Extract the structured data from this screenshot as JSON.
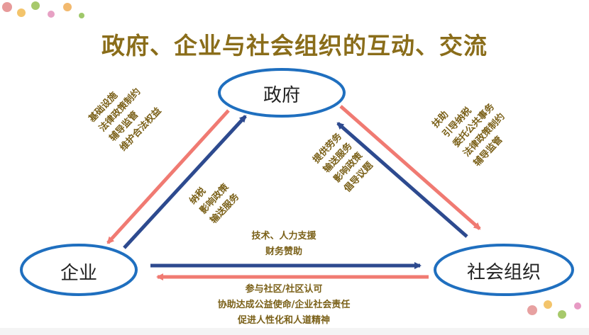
{
  "title": "政府、企业与社会组织的互动、交流",
  "colors": {
    "title": "#8a6d1a",
    "label_text": "#7a6018",
    "node_border": "#1f6fbf",
    "arrow_red": "#f07a72",
    "arrow_blue": "#2d4a8f",
    "bottom_bar": "#f4f4f4"
  },
  "nodes": {
    "government": "政府",
    "enterprise": "企业",
    "social_org": "社会组织"
  },
  "labels": {
    "gov_to_enterprise": [
      "基础设施",
      "法律政策制约",
      "辅导监管",
      "维护合法权益"
    ],
    "enterprise_to_gov": [
      "纳税",
      "影响政策",
      "输送服务"
    ],
    "social_to_gov": [
      "提供劳务",
      "输送服务",
      "影响政策",
      "倡导议题"
    ],
    "gov_to_social": [
      "扶助",
      "引导纳税",
      "委托公共事务",
      "法律政策制约",
      "辅导监管"
    ],
    "enterprise_to_social": [
      "技术、人力支援",
      "财务赞助"
    ],
    "social_to_enterprise": [
      "参与社区/社区认可",
      "协助达成公益使命/企业社会责任",
      "促进人性化和人道精神"
    ]
  }
}
